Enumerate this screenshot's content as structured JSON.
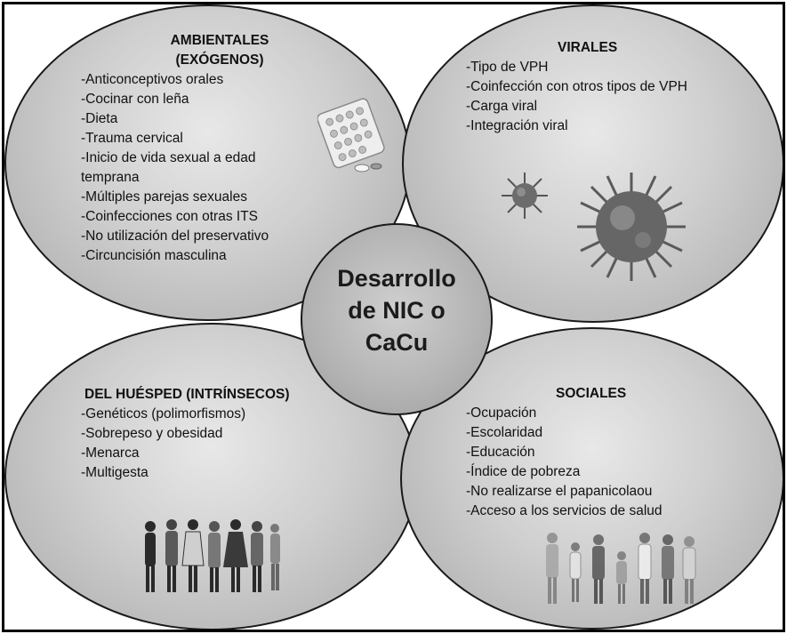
{
  "center": {
    "lines": [
      "Desarrollo",
      "de NIC o",
      "CaCu"
    ]
  },
  "ambientales": {
    "title_line1": "AMBIENTALES",
    "title_line2": "(EXÓGENOS)",
    "items": [
      "-Anticonceptivos orales",
      "-Cocinar con leña",
      "-Dieta",
      "-Trauma cervical",
      "-Inicio de vida sexual a edad temprana",
      "-Múltiples parejas sexuales",
      "-Coinfecciones con otras ITS",
      "-No utilización del preservativo",
      "-Circuncisión masculina"
    ],
    "icon": "pills-icon"
  },
  "virales": {
    "title": "VIRALES",
    "items": [
      "-Tipo de VPH",
      "-Coinfección con otros tipos de VPH",
      "-Carga viral",
      "-Integración viral"
    ],
    "icon": "virus-icon"
  },
  "huesped": {
    "title": "DEL HUÉSPED (INTRÍNSECOS)",
    "items": [
      "-Genéticos (polimorfismos)",
      "-Sobrepeso y obesidad",
      "-Menarca",
      "-Multigesta"
    ],
    "icon": "people-icon"
  },
  "sociales": {
    "title": "SOCIALES",
    "items": [
      "-Ocupación",
      "-Escolaridad",
      "-Educación",
      "-Índice de pobreza",
      "-No realizarse el papanicolaou",
      "-Acceso a los servicios de salud"
    ],
    "icon": "crowd-icon"
  }
}
